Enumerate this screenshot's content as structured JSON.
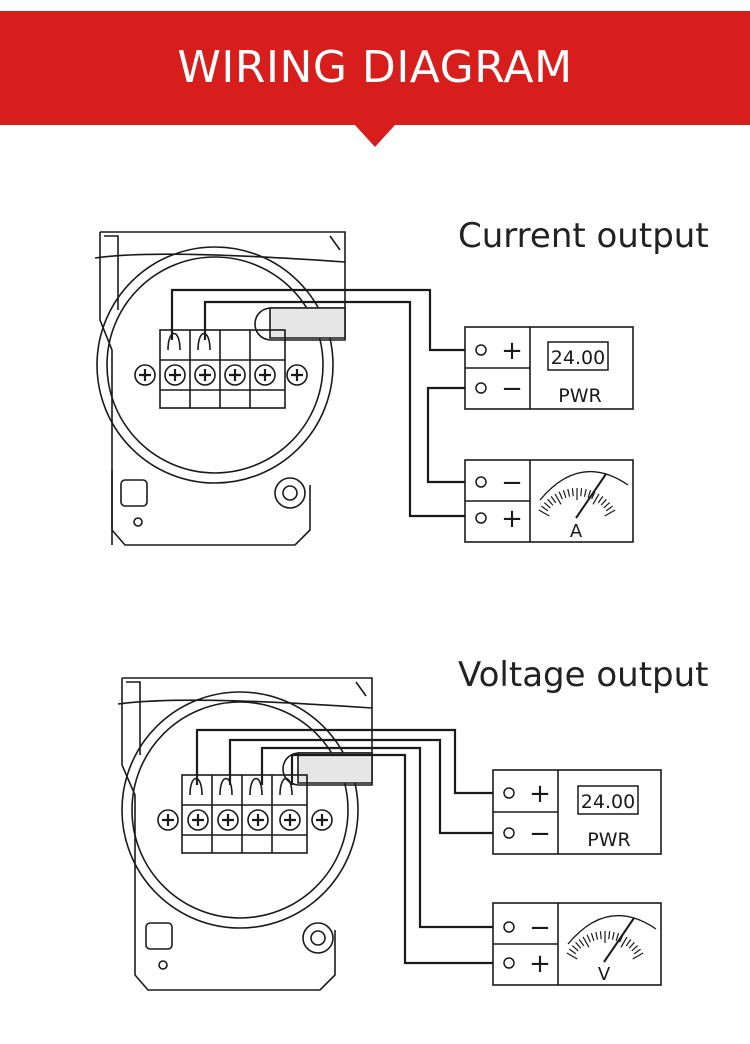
{
  "header": {
    "title": "WIRING DIAGRAM"
  },
  "sections": [
    {
      "title": "Current output",
      "power_supply": {
        "display": "24.00",
        "label": "PWR",
        "plus": "+",
        "minus": "−"
      },
      "meter": {
        "unit": "A",
        "plus": "+",
        "minus": "−"
      }
    },
    {
      "title": "Voltage output",
      "power_supply": {
        "display": "24.00",
        "label": "PWR",
        "plus": "+",
        "minus": "−"
      },
      "meter": {
        "unit": "V",
        "plus": "+",
        "minus": "−"
      }
    }
  ],
  "colors": {
    "banner": "#d81d1d",
    "line": "#1a1a1a",
    "title_text": "#ffffff"
  }
}
